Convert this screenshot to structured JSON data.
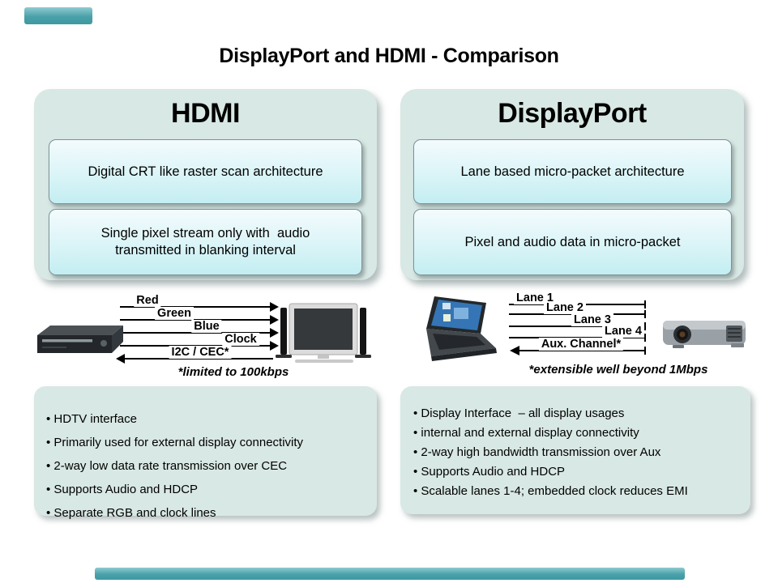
{
  "slide": {
    "title": "DisplayPort and HDMI - Comparison"
  },
  "hdmi": {
    "title": "HDMI",
    "architecture_box": {
      "lines": [
        "Digital CRT like raster scan architecture"
      ]
    },
    "stream_box": {
      "lines": [
        "Single pixel stream only with  audio",
        "transmitted in blanking interval"
      ]
    },
    "diagram": {
      "source_device": "dvd-player",
      "sink_device": "tv-with-speakers",
      "signals": [
        "Red",
        "Green",
        "Blue",
        "Clock",
        "I2C / CEC*"
      ],
      "caption": "*limited to 100kbps"
    },
    "features": [
      "HDTV interface",
      "Primarily used for external display connectivity",
      "2-way low data rate transmission over CEC",
      "Supports Audio and HDCP",
      "Separate RGB and clock lines"
    ]
  },
  "displayport": {
    "title": "DisplayPort",
    "architecture_box": {
      "lines": [
        "Lane based micro-packet architecture"
      ]
    },
    "stream_box": {
      "lines": [
        "Pixel and audio data in micro-packet"
      ]
    },
    "diagram": {
      "source_device": "laptop",
      "sink_device": "projector",
      "signals": [
        "Lane 1",
        "Lane 2",
        "Lane 3",
        "Lane 4",
        "Aux. Channel*"
      ],
      "caption": "*extensible well beyond 1Mbps"
    },
    "features": [
      "Display Interface  – all display usages",
      "internal and external display connectivity",
      "2-way high bandwidth transmission over Aux",
      "Supports Audio and HDCP",
      "Scalable lanes 1-4; embedded clock reduces EMI"
    ]
  },
  "colors": {
    "accent_teal": "#4aa1a9",
    "panel_background": "#d8e8e4",
    "inner_box_gradient_top": "#f3fbfd",
    "inner_box_gradient_bottom": "#c3eef2"
  }
}
